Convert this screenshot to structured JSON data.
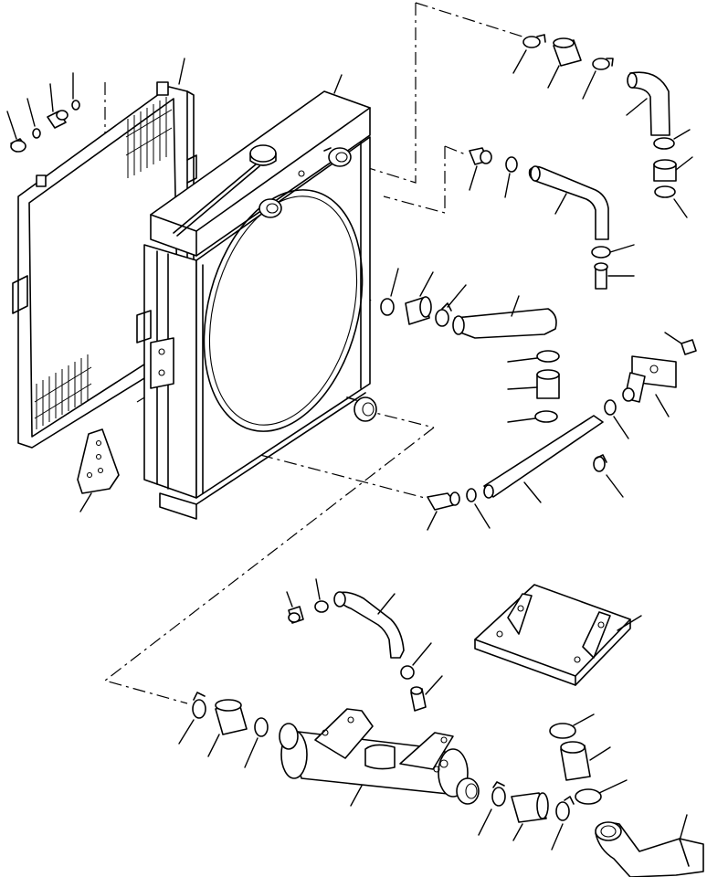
{
  "diagram": {
    "type": "exploded-parts-view",
    "subject": "radiator-and-cooling-hoses",
    "line_color": "#000000",
    "background": "#ffffff",
    "parts": [
      "oil-cooler-core",
      "radiator-assembly",
      "radiator-cap",
      "fan-shroud-opening",
      "mounting-bracket",
      "support-bracket",
      "upper-hose",
      "lower-hose",
      "bypass-tube",
      "water-pipe",
      "hose-clamp",
      "hose-sleeve",
      "elbow-hose",
      "drain-valve",
      "plug",
      "o-ring",
      "connector-fitting"
    ]
  }
}
